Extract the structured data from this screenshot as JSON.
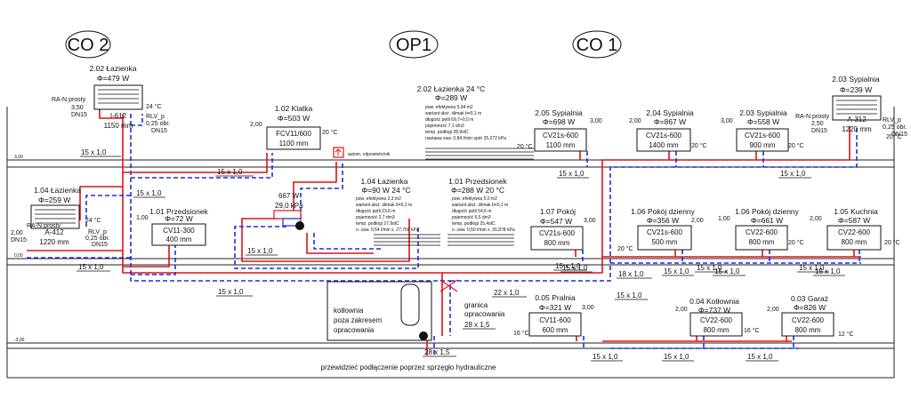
{
  "circuits": [
    "CO 2",
    "OP1",
    "CO 1"
  ],
  "rooms": [
    {
      "title": "2.02 Łazienka",
      "heat": "Φ=479 W"
    },
    {
      "title": "1.02 Klatka",
      "heat": "Φ=503 W"
    },
    {
      "title": "2.02 Łazienka  24 °C",
      "heat": "Φ=289 W"
    },
    {
      "title": "2.05 Sypialnia",
      "heat": "Φ=698 W"
    },
    {
      "title": "2.04 Sypialnia",
      "heat": "Φ=867 W"
    },
    {
      "title": "2.03 Sypialnia",
      "heat": "Φ=558 W"
    },
    {
      "title": "2.03 Sypialnia",
      "heat": "Φ=239 W"
    },
    {
      "title": "1.04 Łazienka",
      "heat": "Φ=259 W"
    },
    {
      "title": "1.01 Przedsionek",
      "heat": "Φ=72 W"
    },
    {
      "title": "1.04 Łazienka",
      "heat": "Φ=90 W  24 °C"
    },
    {
      "title": "1.01 Przedsionek",
      "heat": "Φ=288 W 20 °C"
    },
    {
      "title": "1.07 Pokój",
      "heat": "Φ=547 W"
    },
    {
      "title": "1.06 Pokój dzienny",
      "heat": "Φ=356 W"
    },
    {
      "title": "1.06 Pokój dzienny",
      "heat": "Φ=661 W"
    },
    {
      "title": "1.05 Kuchnia",
      "heat": "Φ=587 W"
    },
    {
      "title": "0.05 Pralnia",
      "heat": "Φ=321 W"
    },
    {
      "title": "0.04 Kotłownia",
      "heat": "Φ=737 W"
    },
    {
      "title": "0.03  Garaż",
      "heat": "Φ=826 W"
    }
  ],
  "radiators": [
    {
      "type": "FCV11/600",
      "length": "1100 mm"
    },
    {
      "type": "CV21s-600",
      "length": "1100 mm"
    },
    {
      "type": "CV21s-600",
      "length": "1400 mm"
    },
    {
      "type": "CV21s-600",
      "length": "900 mm"
    },
    {
      "type": "CV11-300",
      "length": "400 mm"
    },
    {
      "type": "CV21s-600",
      "length": "800 mm"
    },
    {
      "type": "CV21s-600",
      "length": "500 mm"
    },
    {
      "type": "CV22-600",
      "length": "800 mm"
    },
    {
      "type": "CV22-600",
      "length": "800 mm"
    },
    {
      "type": "CV11-600",
      "length": "600 mm"
    },
    {
      "type": "CV22-600",
      "length": "800 mm"
    },
    {
      "type": "CV22-600",
      "length": "800 mm"
    }
  ],
  "ladders": [
    {
      "type": "I-612",
      "length": "1150 mm"
    },
    {
      "type": "A-312",
      "length": "1220 mm"
    },
    {
      "type": "A-412",
      "length": "1220 mm"
    }
  ],
  "valve_settings": [
    "2,00",
    "3,00",
    "1,00",
    "3,00",
    "2,00",
    "3,00",
    "2,00",
    "1,00",
    "2,00",
    "2,00",
    "3,00",
    "2,00"
  ],
  "temps": [
    "24 °C",
    "20 °C",
    "20 °C",
    "20 °C",
    "20 °C",
    "20 °C",
    "24 °C",
    "20 °C",
    "20 °C",
    "20 °C",
    "16 °C",
    "16 °C",
    "12 °C"
  ],
  "rlv": [
    {
      "l1": "RLV_p",
      "l2": "0,25 obr.",
      "l3": "DN15"
    },
    {
      "l1": "RLV_p",
      "l2": "0,25 obr.",
      "l3": "DN15"
    },
    {
      "l1": "RLV_p",
      "l2": "0,25 obr.",
      "l3": "DN15"
    }
  ],
  "ran": [
    {
      "l1": "RA-N prosty",
      "l2": "3,50",
      "l3": "DN15"
    },
    {
      "l1": "RA-N prosty",
      "l2": "2,50",
      "l3": "DN15"
    },
    {
      "l1": "RA-N prosty",
      "l2": "2,00",
      "l3": "DN15"
    }
  ],
  "floor_heating": [
    {
      "area": "pow. efektywna 5,94 m2",
      "variant": "wariant ułoż. ślimak b=0,1 m",
      "length": "długość pętli 69,7+0,0 m",
      "volume": "pojemność 7,1 dm3",
      "temp": "temp. podłogi 28,9stC",
      "setting": "nastawa zaw. 0,84 l/min spór 25,272 kPa"
    },
    {
      "area": "pow. efektywna 2,3 m2",
      "variant": "wariant ułoż. ślimak b=0,1 m",
      "length": "długość pętli 23,6 m",
      "volume": "pojemność 2,7 dm3",
      "temp": "temp. podłogi 27,9stC",
      "setting": "n. zaw. 0,54 l/min s. 27,759 kPa"
    },
    {
      "area": "pow. efektywna 5,0 m2",
      "variant": "wariant ułoż. ślimak b=0,1 m",
      "length": "długość pętli 54,6 m",
      "volume": "pojemność 6,5 dm3",
      "temp": "temp. podłogi 25,4stC",
      "setting": "n. zaw. 0,50 l/min s. 26,878 kPa"
    }
  ],
  "manifold": {
    "power": "667 W",
    "pressure": "29,0 kPa"
  },
  "vent_label": "autom. odpowietrznik",
  "pipes": [
    "15 x 1,0",
    "15 x 1,0",
    "15 x 1,0",
    "15 x 1,0",
    "15 x 1,0",
    "15 x 1,0",
    "15 x 1,0",
    "15 x 1,0",
    "15 x 1,0",
    "18 x 1,0",
    "15 x 1,0",
    "15 x 1,0",
    "22 x 1,0",
    "15 x 1,0",
    "15 x 1,0",
    "15 x 1,0",
    "15 x 1,0",
    "28 x 1,5",
    "28 x 1,5",
    "15 x 1,0",
    "15 x 1,0",
    "15 x 1,0",
    "15 x 1,0"
  ],
  "boiler": {
    "l1": "kotłownia",
    "l2": "poza zakresem",
    "l3": "opracowania"
  },
  "boundary": {
    "l1": "granica",
    "l2": "opracowania"
  },
  "footnote": "przewidzieć podłączenie poprzez sprzęgło hydrauliczne",
  "levels": [
    "3,00",
    "0,00",
    "-3,00"
  ],
  "colors": {
    "supply": "#e0101a",
    "return": "#1e2fd8"
  }
}
